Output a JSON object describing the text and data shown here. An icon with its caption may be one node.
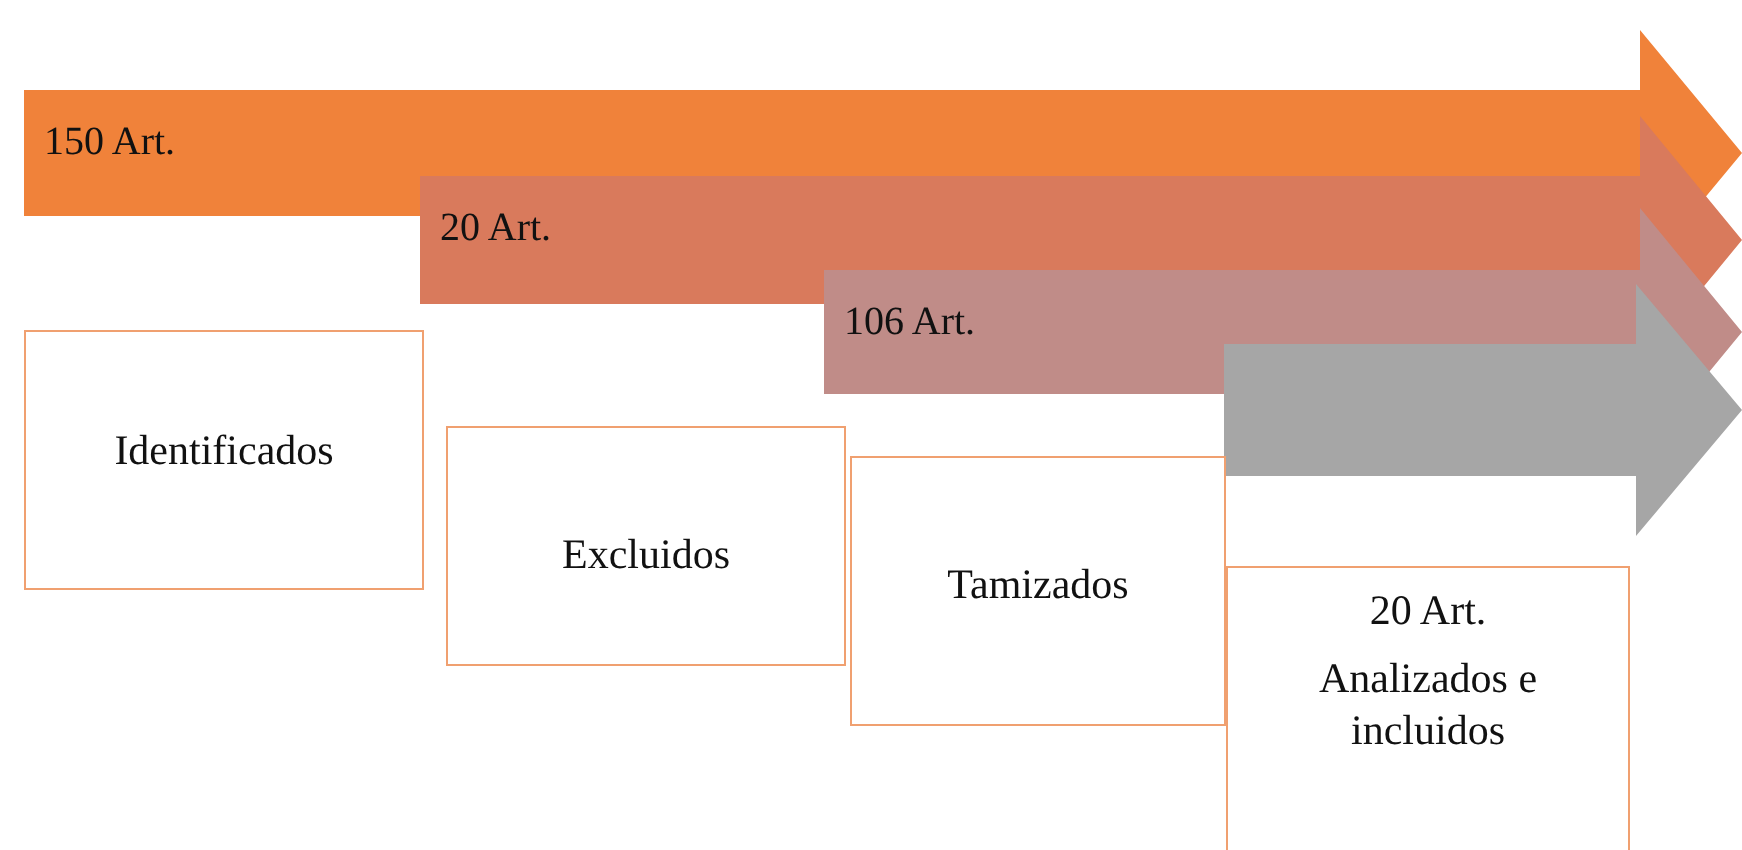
{
  "diagram": {
    "nodes": [
      {
        "text": [
          "150 Art."
        ]
      },
      {
        "text": [
          "20 Art."
        ]
      },
      {
        "text": [
          "106 Art."
        ]
      },
      {
        "text": [],
        "shape": "arrow"
      },
      {
        "text": [
          "Identificados"
        ]
      },
      {
        "text": [
          "Excluidos"
        ]
      },
      {
        "text": [
          "Tamizados"
        ]
      },
      {
        "text": [
          "20 Art.",
          "Analizados e incluidos"
        ]
      }
    ],
    "edges": []
  }
}
